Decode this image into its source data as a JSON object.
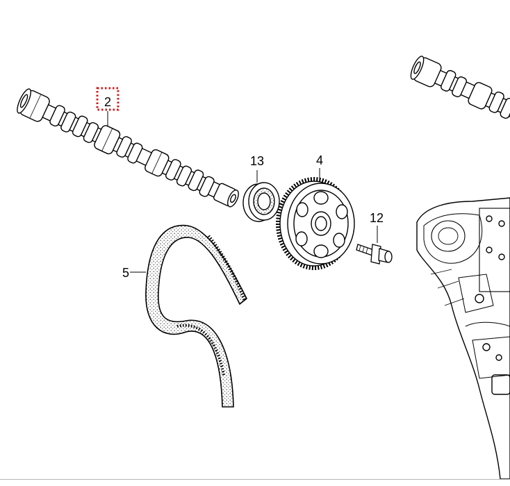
{
  "parts": [
    {
      "id": "camshaft",
      "callout": "2",
      "highlighted": true
    },
    {
      "id": "oil-seal",
      "callout": "13"
    },
    {
      "id": "pulley",
      "callout": "4"
    },
    {
      "id": "bolt",
      "callout": "12"
    },
    {
      "id": "timing-belt",
      "callout": "5"
    }
  ],
  "colors": {
    "line": "#000000",
    "highlight": "#cc1f1f",
    "background": "#ffffff",
    "bottom_rule": "#b5b5b5"
  }
}
